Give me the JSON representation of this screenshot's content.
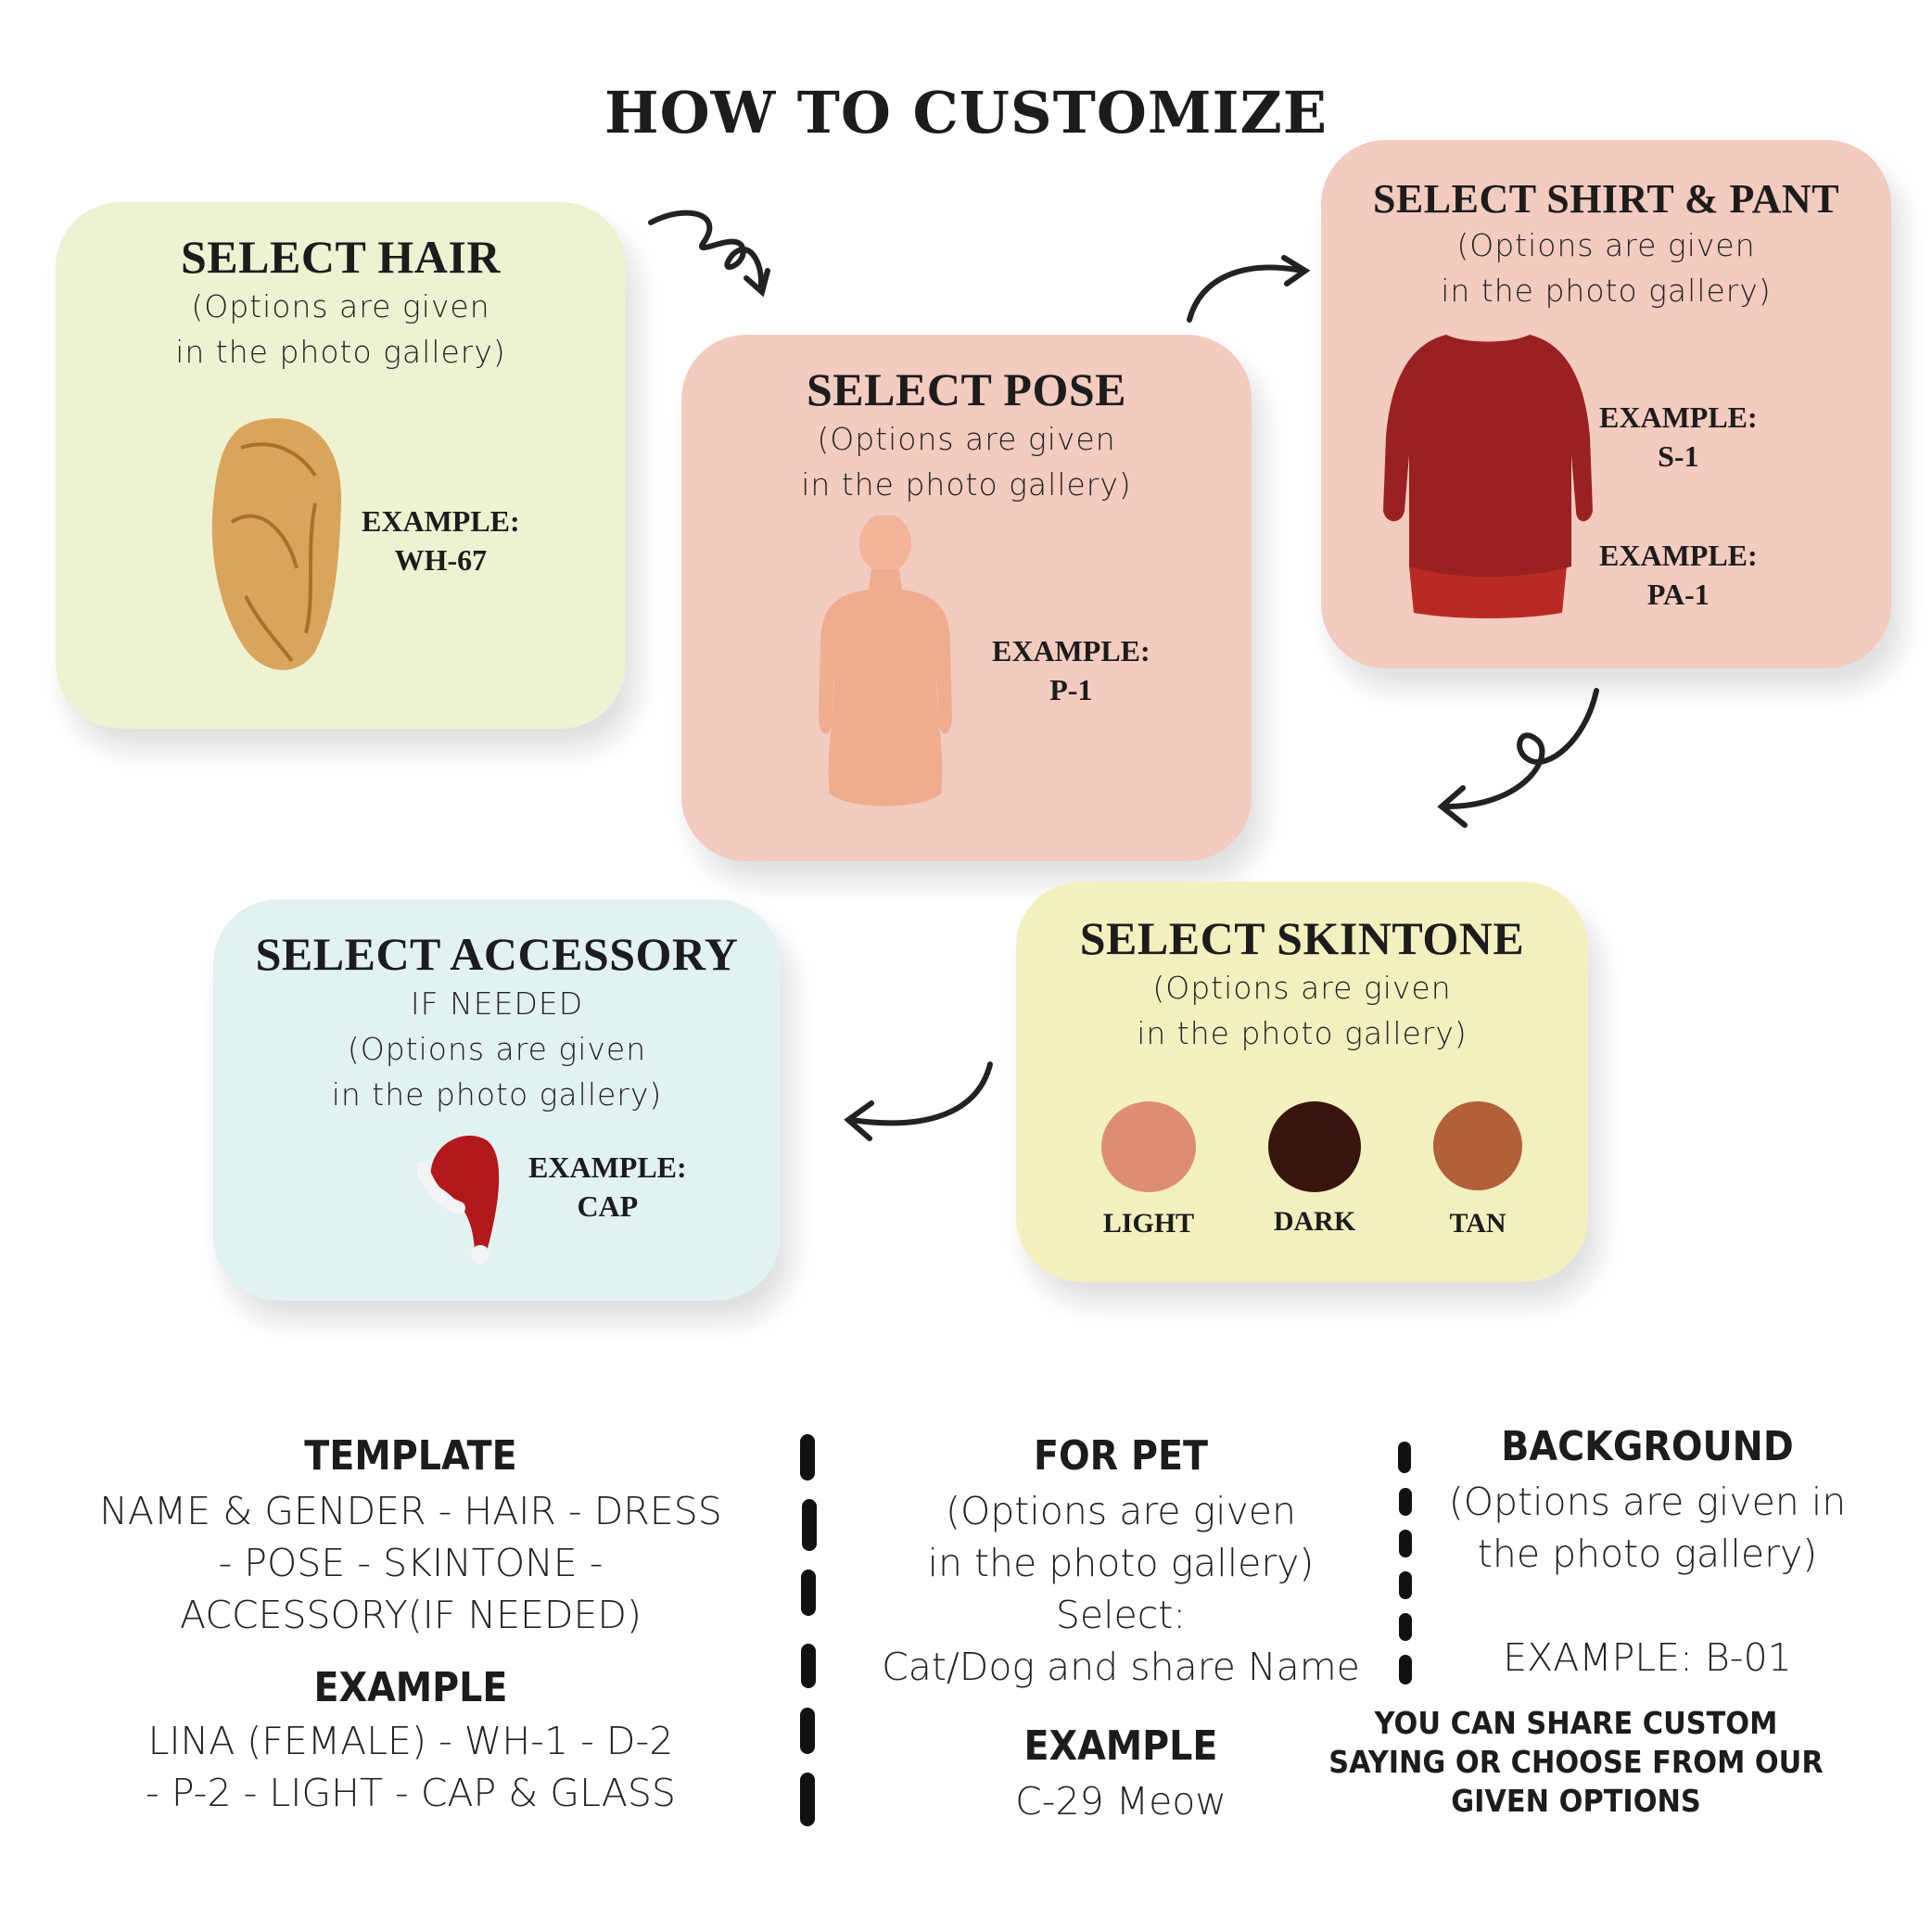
{
  "title": "HOW TO CUSTOMIZE",
  "gallery_note": [
    "(Options are given",
    "in the photo gallery)"
  ],
  "cards": {
    "hair": {
      "title": "SELECT HAIR",
      "example_label": "EXAMPLE:",
      "example_value": "WH-67"
    },
    "pose": {
      "title": "SELECT POSE",
      "example_label": "EXAMPLE:",
      "example_value": "P-1"
    },
    "shirt": {
      "title": "SELECT SHIRT & PANT",
      "examples": [
        {
          "label": "EXAMPLE:",
          "value": "S-1"
        },
        {
          "label": "EXAMPLE:",
          "value": "PA-1"
        }
      ]
    },
    "accessory": {
      "title": "SELECT ACCESSORY",
      "note": "IF NEEDED",
      "example_label": "EXAMPLE:",
      "example_value": "CAP"
    },
    "skintone": {
      "title": "SELECT SKINTONE",
      "options": [
        {
          "label": "LIGHT",
          "color": "#de8d73"
        },
        {
          "label": "DARK",
          "color": "#3a150e"
        },
        {
          "label": "TAN",
          "color": "#b1603a"
        }
      ]
    }
  },
  "bottom": {
    "template": {
      "heading": "TEMPLATE",
      "lines": [
        "NAME & GENDER - HAIR - DRESS",
        "- POSE - SKINTONE -",
        "ACCESSORY(IF NEEDED)"
      ],
      "example_heading": "EXAMPLE",
      "example_lines": [
        "LINA (FEMALE) - WH-1 - D-2",
        "- P-2 - LIGHT - CAP & GLASS"
      ]
    },
    "pet": {
      "heading": "FOR PET",
      "lines": [
        "(Options are given",
        "in the photo gallery)",
        "Select:",
        "Cat/Dog and share Name"
      ],
      "example_heading": "EXAMPLE",
      "example_value": "C-29 Meow"
    },
    "background": {
      "heading": "BACKGROUND",
      "lines": [
        "(Options are given in",
        "the photo gallery)"
      ],
      "example": "EXAMPLE: B-01",
      "note_lines": [
        "YOU CAN SHARE CUSTOM",
        "SAYING OR CHOOSE FROM OUR",
        "GIVEN OPTIONS"
      ]
    }
  }
}
